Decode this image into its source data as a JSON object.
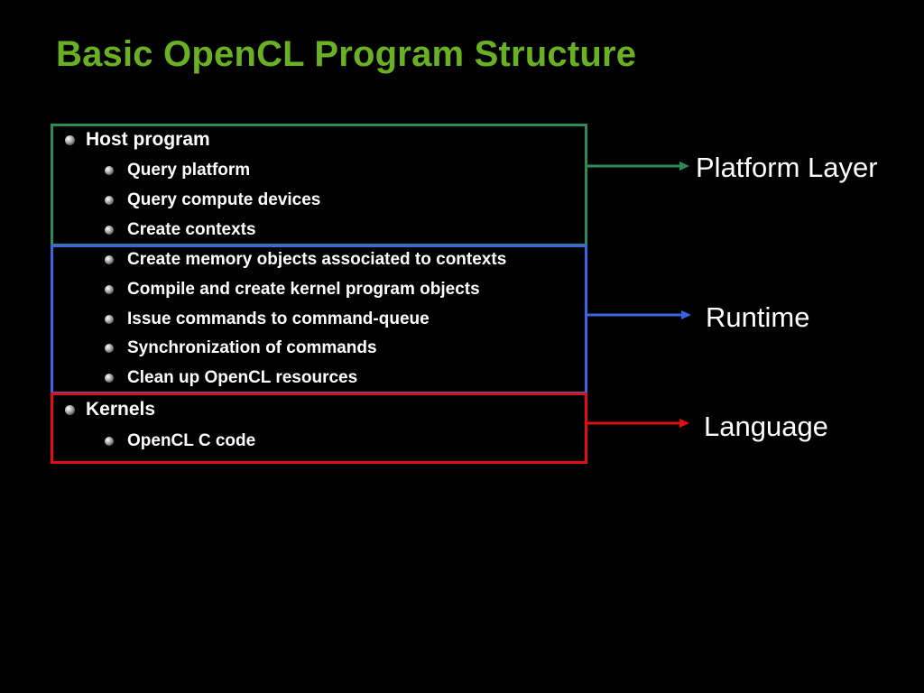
{
  "slide": {
    "title": "Basic OpenCL Program Structure"
  },
  "sections": {
    "host": {
      "label": "Host program",
      "items": [
        "Query platform",
        "Query compute devices",
        "Create contexts",
        "Create memory objects associated to contexts",
        "Compile and create kernel program objects",
        "Issue commands to command-queue",
        "Synchronization of commands",
        "Clean up OpenCL resources"
      ]
    },
    "kernels": {
      "label": "Kernels",
      "items": [
        "OpenCL C code"
      ]
    }
  },
  "layers": {
    "platform": "Platform Layer",
    "runtime": "Runtime",
    "language": "Language"
  },
  "colors": {
    "title": "#6ab023",
    "platform": "#2e8b57",
    "runtime": "#3a64e0",
    "language": "#e01010",
    "background": "#000000",
    "text": "#ffffff"
  }
}
